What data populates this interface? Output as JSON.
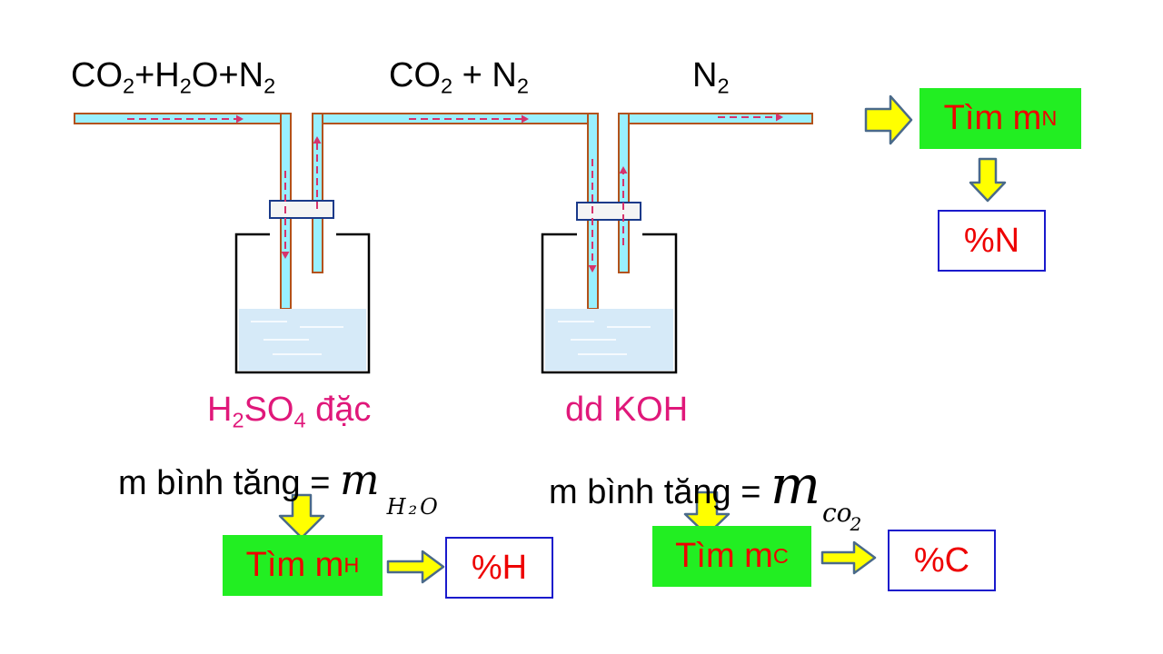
{
  "colors": {
    "tube_fill": "#99f0ff",
    "tube_edge": "#b3521a",
    "flow_arrow": "#d6336c",
    "bottle_edge": "#000000",
    "liquid": "#d6eaf8",
    "reagent_text": "#e0187a",
    "result_text": "#ee0000",
    "result_box_fill": "#22ee22",
    "percent_box_border": "#1a1acc",
    "yellow_arrow": "#ffff00",
    "yellow_arrow_edge": "#4a6a8a"
  },
  "gases": {
    "inlet": {
      "a": "CO",
      "a_sub": "2",
      "b": "+H",
      "b_sub": "2",
      "c": "O+N",
      "c_sub": "2"
    },
    "middle": {
      "a": "CO",
      "a_sub": "2",
      "b": " + N",
      "b_sub": "2"
    },
    "outlet": {
      "a": "N",
      "a_sub": "2"
    }
  },
  "reagents": {
    "first": {
      "a": "H",
      "a_sub": "2",
      "b": "SO",
      "b_sub": "4",
      "c": " đặc"
    },
    "second": {
      "text": "dd KOH"
    }
  },
  "equations": {
    "first": {
      "text": "m bình tăng =",
      "math_m": "m",
      "math_sub": "H₂O"
    },
    "second": {
      "text": "m bình tăng =",
      "math_m": "m",
      "math_sub": "co",
      "math_sub_sub": "2"
    }
  },
  "results": {
    "nitrogen": {
      "label": "Tìm m",
      "sub": "N",
      "percent": "%N"
    },
    "hydrogen": {
      "label": "Tìm m",
      "sub": "H",
      "percent": "%H"
    },
    "carbon": {
      "label": "Tìm m",
      "sub": "C",
      "percent": "%C"
    }
  },
  "icons": {
    "flow": "dashed-arrow-icon",
    "next_step": "block-arrow-icon"
  }
}
